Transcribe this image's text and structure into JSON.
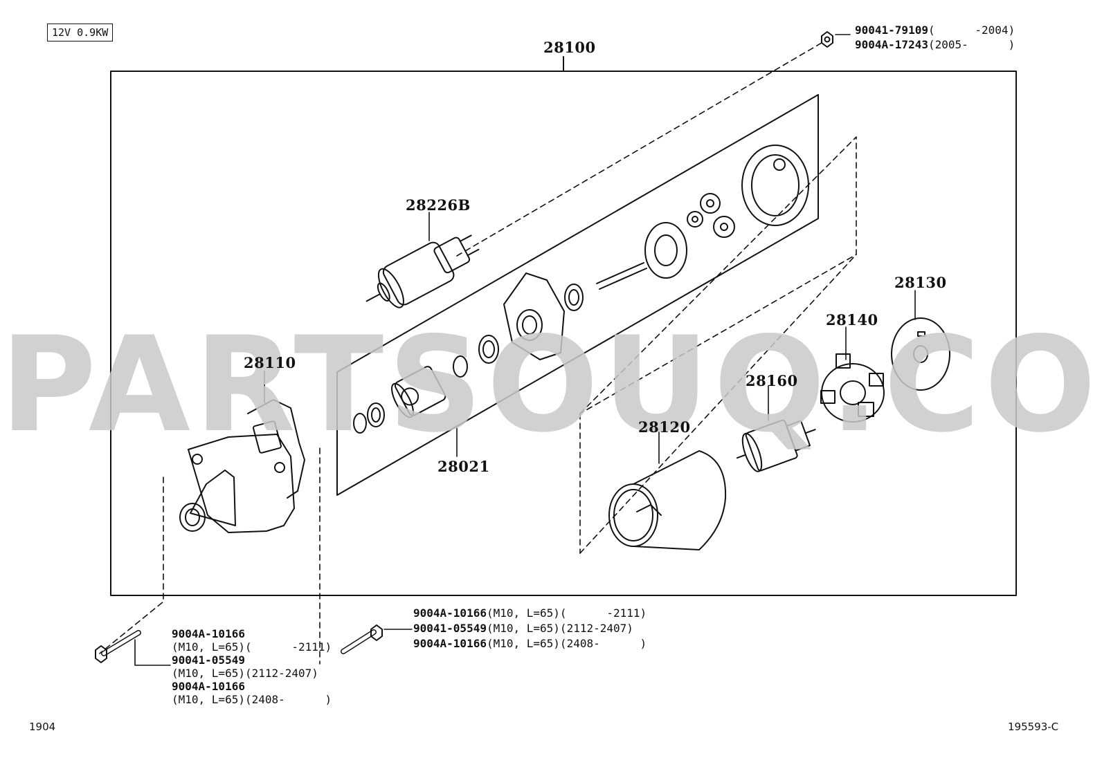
{
  "spec_label": "12V 0.9KW",
  "assembly_number": "28100",
  "parts": {
    "solenoid": "28226B",
    "housing": "28110",
    "drive_kit": "28021",
    "yoke": "28120",
    "armature": "28160",
    "brush_holder": "28140",
    "end_frame": "28130"
  },
  "nut_refs": [
    {
      "number": "90041-79109",
      "range": "(      -2004)"
    },
    {
      "number": "9004A-17243",
      "range": "(2005-      )"
    }
  ],
  "bolt_refs_left": [
    {
      "number": "9004A-10166",
      "spec": "(M10, L=65)(      -2111)"
    },
    {
      "number": "90041-05549",
      "spec": "(M10, L=65)(2112-2407)"
    },
    {
      "number": "9004A-10166",
      "spec": "(M10, L=65)(2408-      )"
    }
  ],
  "bolt_refs_right": [
    {
      "number": "9004A-10166",
      "spec": "(M10, L=65)(      -2111)"
    },
    {
      "number": "90041-05549",
      "spec": "(M10, L=65)(2112-2407)"
    },
    {
      "number": "9004A-10166",
      "spec": "(M10, L=65)(2408-      )"
    }
  ],
  "watermark": "PARTSOUQ.COM",
  "footer_left": "1904",
  "footer_right": "195593-C"
}
